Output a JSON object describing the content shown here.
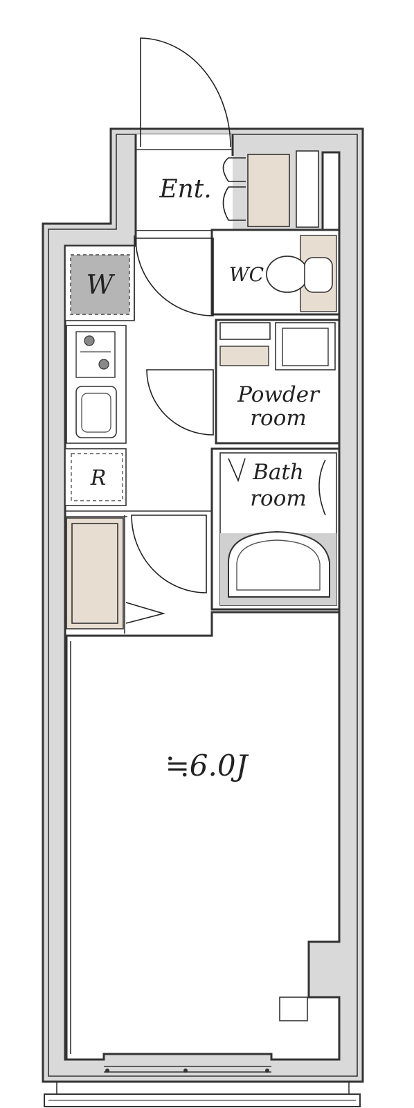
{
  "labels": {
    "entrance": "Ent.",
    "washer": "W",
    "wc": "WC",
    "powder_room_line1": "Powder",
    "powder_room_line2": "room",
    "refrigerator": "R",
    "bath_room_line1": "Bath",
    "bath_room_line2": "room",
    "main_room_size": "≒6.0J"
  },
  "colors": {
    "wall_fill": "#d9d9d9",
    "cabinet_beige": "#e8ddd1",
    "washer_gray": "#b5b5b5",
    "line": "#333333"
  }
}
